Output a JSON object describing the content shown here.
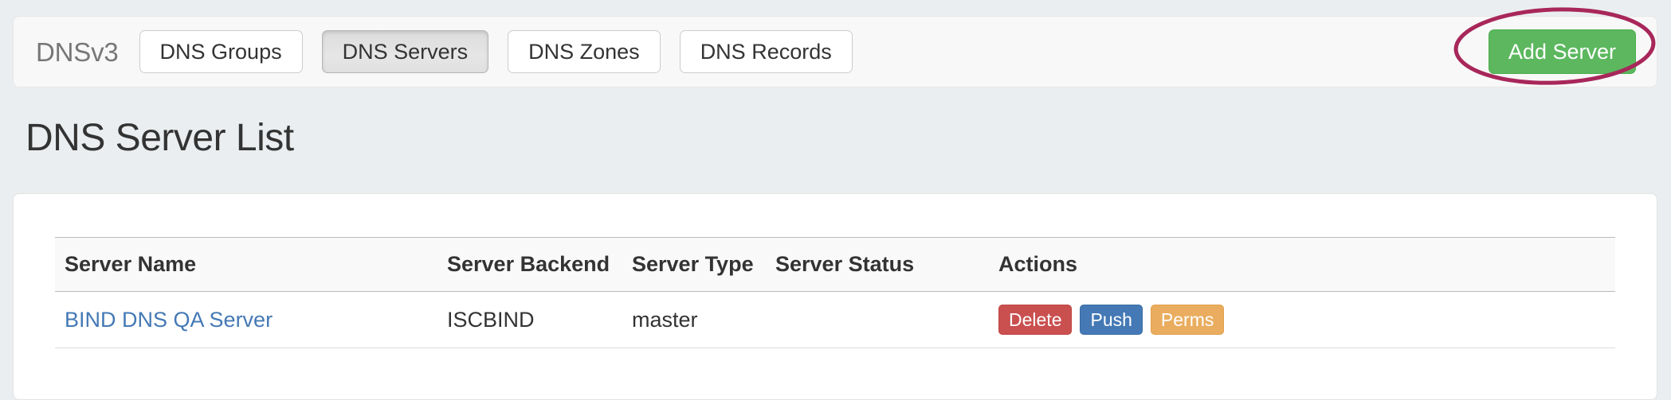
{
  "navbar": {
    "brand": "DNSv3",
    "items": [
      {
        "label": "DNS Groups",
        "active": false
      },
      {
        "label": "DNS Servers",
        "active": true
      },
      {
        "label": "DNS Zones",
        "active": false
      },
      {
        "label": "DNS Records",
        "active": false
      }
    ],
    "add_button": {
      "label": "Add Server",
      "color": "#5cb75f"
    }
  },
  "annotation": {
    "shape": "ellipse",
    "color": "#a8275a",
    "target": "Add Server"
  },
  "page": {
    "title": "DNS Server List",
    "background_color": "#eaeef0"
  },
  "table": {
    "columns": [
      "Server Name",
      "Server Backend",
      "Server Type",
      "Server Status",
      "Actions"
    ],
    "rows": [
      {
        "server_name": "BIND DNS QA Server",
        "server_backend": "ISCBIND",
        "server_type": "master",
        "server_status": "",
        "actions": [
          {
            "label": "Delete",
            "style": "danger",
            "color": "#c9504f"
          },
          {
            "label": "Push",
            "style": "primary",
            "color": "#4479b5"
          },
          {
            "label": "Perms",
            "style": "warning",
            "color": "#eaad5f"
          }
        ]
      }
    ]
  }
}
